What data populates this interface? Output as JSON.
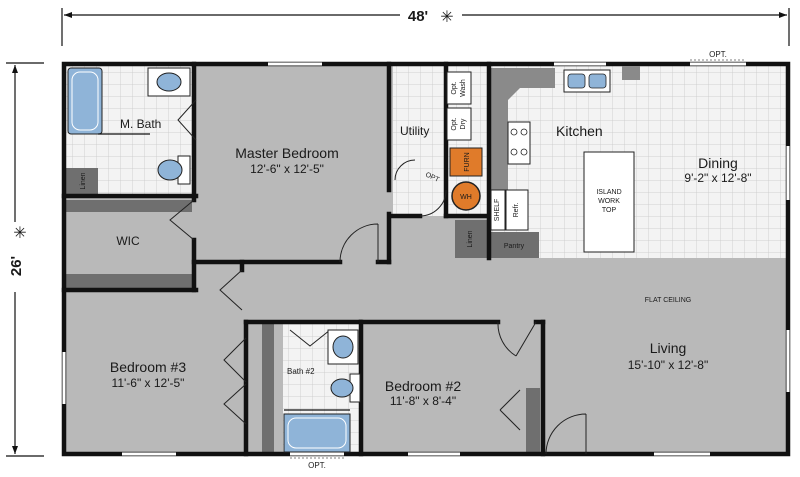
{
  "overall": {
    "width_label": "48'",
    "depth_label": "26'",
    "marker_symbol": "✳"
  },
  "rooms": {
    "master_bath": {
      "name": "M. Bath"
    },
    "master_bedroom": {
      "name": "Master Bedroom",
      "size": "12'-6\" x 12'-5\""
    },
    "utility": {
      "name": "Utility"
    },
    "kitchen": {
      "name": "Kitchen"
    },
    "dining": {
      "name": "Dining",
      "size": "9'-2\" x 12'-8\""
    },
    "wic": {
      "name": "WIC"
    },
    "bedroom3": {
      "name": "Bedroom #3",
      "size": "11'-6\" x 12'-5\""
    },
    "bath2": {
      "name": "Bath #2"
    },
    "bedroom2": {
      "name": "Bedroom #2",
      "size": "11'-8\" x 8'-4\""
    },
    "living": {
      "name": "Living",
      "size": "15'-10\" x 12'-8\""
    }
  },
  "fixtures": {
    "linen_mbath": "Linen",
    "linen_hall": "Linen",
    "opt_wash": [
      "Opt.",
      "Wash"
    ],
    "opt_dry": [
      "Opt.",
      "Dry"
    ],
    "furn": "FURN",
    "wh": "WH",
    "opt_door": "OPT",
    "shelf": "SHELF",
    "refr": "Refr.",
    "pantry": "Pantry",
    "island": [
      "ISLAND",
      "WORK",
      "TOP"
    ],
    "flat_ceiling": "FLAT CEILING"
  },
  "options": {
    "top_window": "OPT.",
    "bottom_window": "OPT."
  },
  "colors": {
    "room_fill": "#b9b9b9",
    "tile_fill": "#f3f3f3",
    "tile_grid": "#c8c8c8",
    "tub_fill": "#8fb4d8",
    "furnace": "#e07b2a",
    "closet": "#6f6f6f"
  }
}
